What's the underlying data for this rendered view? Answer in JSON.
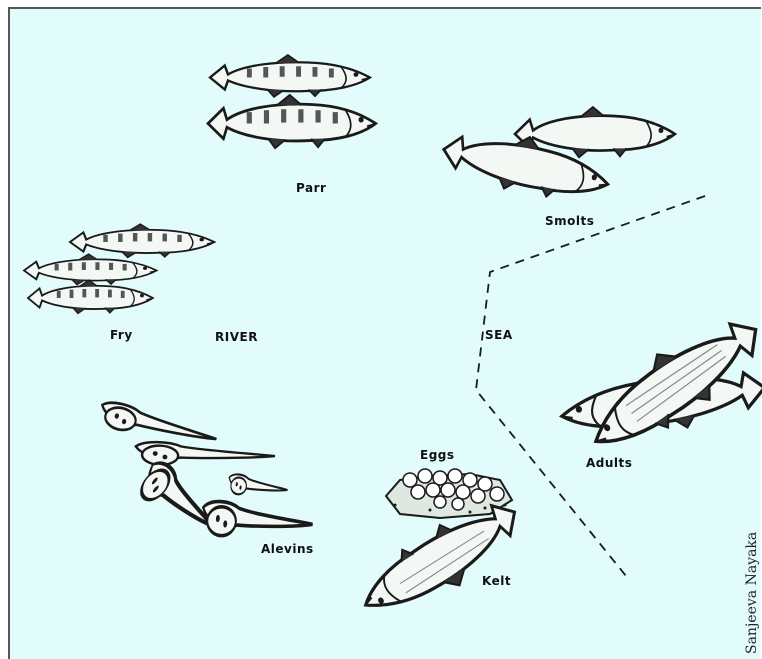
{
  "labels": {
    "parr": "Parr",
    "smolts": "Smolts",
    "fry": "Fry",
    "river": "RIVER",
    "sea": "SEA",
    "adults": "Adults",
    "eggs": "Eggs",
    "alevins": "Alevins",
    "kelt": "Kelt"
  },
  "credit": "Sanjeeva Nayaka",
  "colors": {
    "background": "#e2fbfb",
    "ink": "#1a1a1a",
    "fish_fill": "#f4f8f4"
  }
}
